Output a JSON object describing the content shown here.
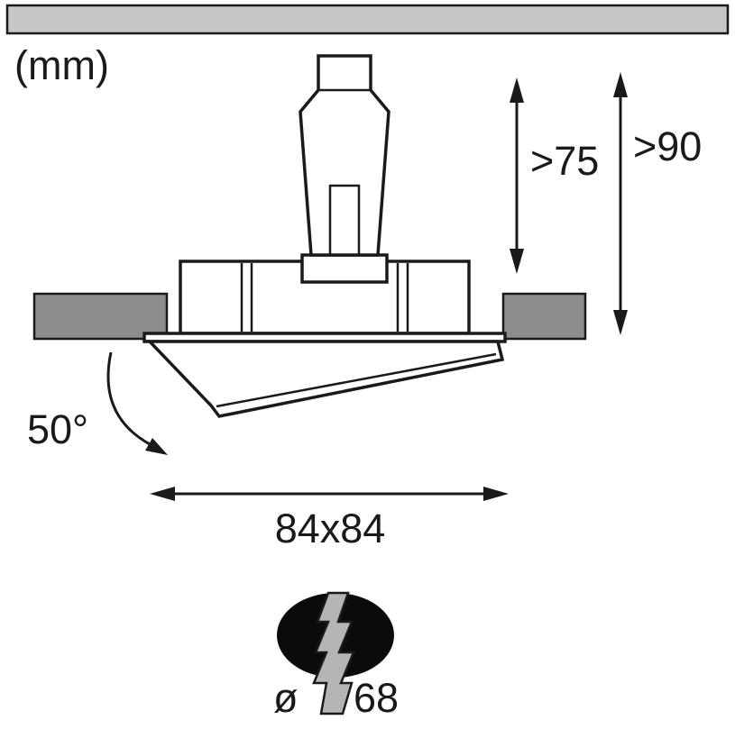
{
  "diagram": {
    "unit_label": "(mm)",
    "labels": {
      "depth_min": ">75",
      "total_depth_min": ">90",
      "tilt_angle": "50°",
      "footprint": "84x84",
      "cutout_symbol": "ø",
      "cutout_value": "68"
    },
    "icons": {
      "lightning_bolt": "electric-cutout-indicator"
    },
    "colors": {
      "line": "#1a1a1a",
      "ceiling_bar": "#c7c7c7",
      "ceiling_block": "#8d8d8d",
      "cutout": "#0b0b0b",
      "bolt": "#b5b5b5"
    }
  }
}
